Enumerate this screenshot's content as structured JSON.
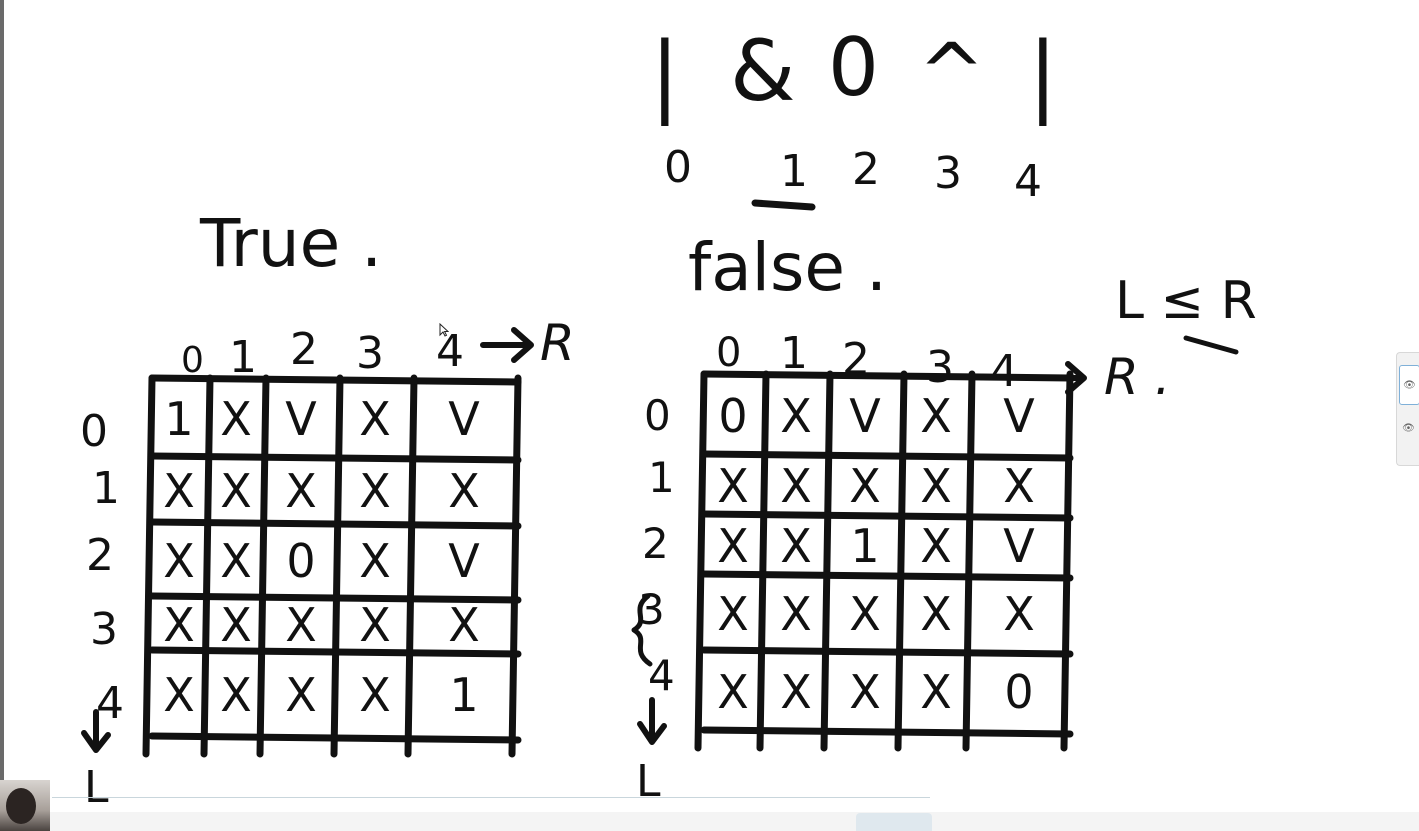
{
  "expression": {
    "tokens": [
      "|",
      "&",
      "0",
      "^",
      "|"
    ],
    "indices": [
      "0",
      "1",
      "2",
      "3",
      "4"
    ]
  },
  "left_table": {
    "result": "True .",
    "col_header": [
      "0",
      "1",
      "2",
      "3",
      "4"
    ],
    "axis_right": "R",
    "row_header": [
      "0",
      "1",
      "2",
      "3",
      "4"
    ],
    "axis_down": "L",
    "cells": [
      [
        "1",
        "X",
        "V",
        "X",
        "V"
      ],
      [
        "X",
        "X",
        "X",
        "X",
        "X"
      ],
      [
        "X",
        "X",
        "0",
        "X",
        "V"
      ],
      [
        "X",
        "X",
        "X",
        "X",
        "X"
      ],
      [
        "X",
        "X",
        "X",
        "X",
        "1"
      ]
    ]
  },
  "right_table": {
    "result": "false .",
    "col_header": [
      "0",
      "1",
      "2",
      "3",
      "4"
    ],
    "axis_right": "R .",
    "row_header": [
      "0",
      "1",
      "2",
      "3",
      "4"
    ],
    "axis_down": "L",
    "cells": [
      [
        "0",
        "X",
        "V",
        "X",
        "V"
      ],
      [
        "X",
        "X",
        "X",
        "X",
        "X"
      ],
      [
        "X",
        "X",
        "1",
        "X",
        "V"
      ],
      [
        "X",
        "X",
        "X",
        "X",
        "X"
      ],
      [
        "X",
        "X",
        "X",
        "X",
        "0"
      ]
    ]
  },
  "constraint_note": "L ≤ R",
  "side_panel": {
    "items": [
      {
        "icon": "eye-icon"
      },
      {
        "icon": "eye-icon"
      }
    ]
  },
  "colors": {
    "ink": "#111111",
    "background": "#ffffff"
  }
}
